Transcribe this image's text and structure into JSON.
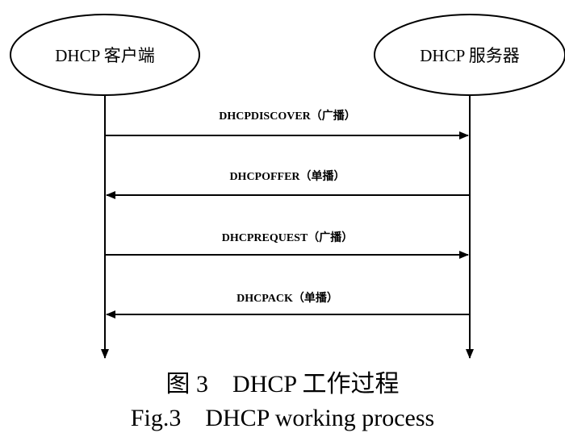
{
  "participants": {
    "client": {
      "label": "DHCP 客户端"
    },
    "server": {
      "label": "DHCP 服务器"
    }
  },
  "messages": [
    {
      "label": "DHCPDISCOVER（广播）",
      "direction": "client-to-server"
    },
    {
      "label": "DHCPOFFER（单播）",
      "direction": "server-to-client"
    },
    {
      "label": "DHCPREQUEST（广播）",
      "direction": "client-to-server"
    },
    {
      "label": "DHCPACK（单播）",
      "direction": "server-to-client"
    }
  ],
  "caption": {
    "chinese": "图 3    DHCP 工作过程",
    "english": "Fig.3    DHCP working process"
  }
}
